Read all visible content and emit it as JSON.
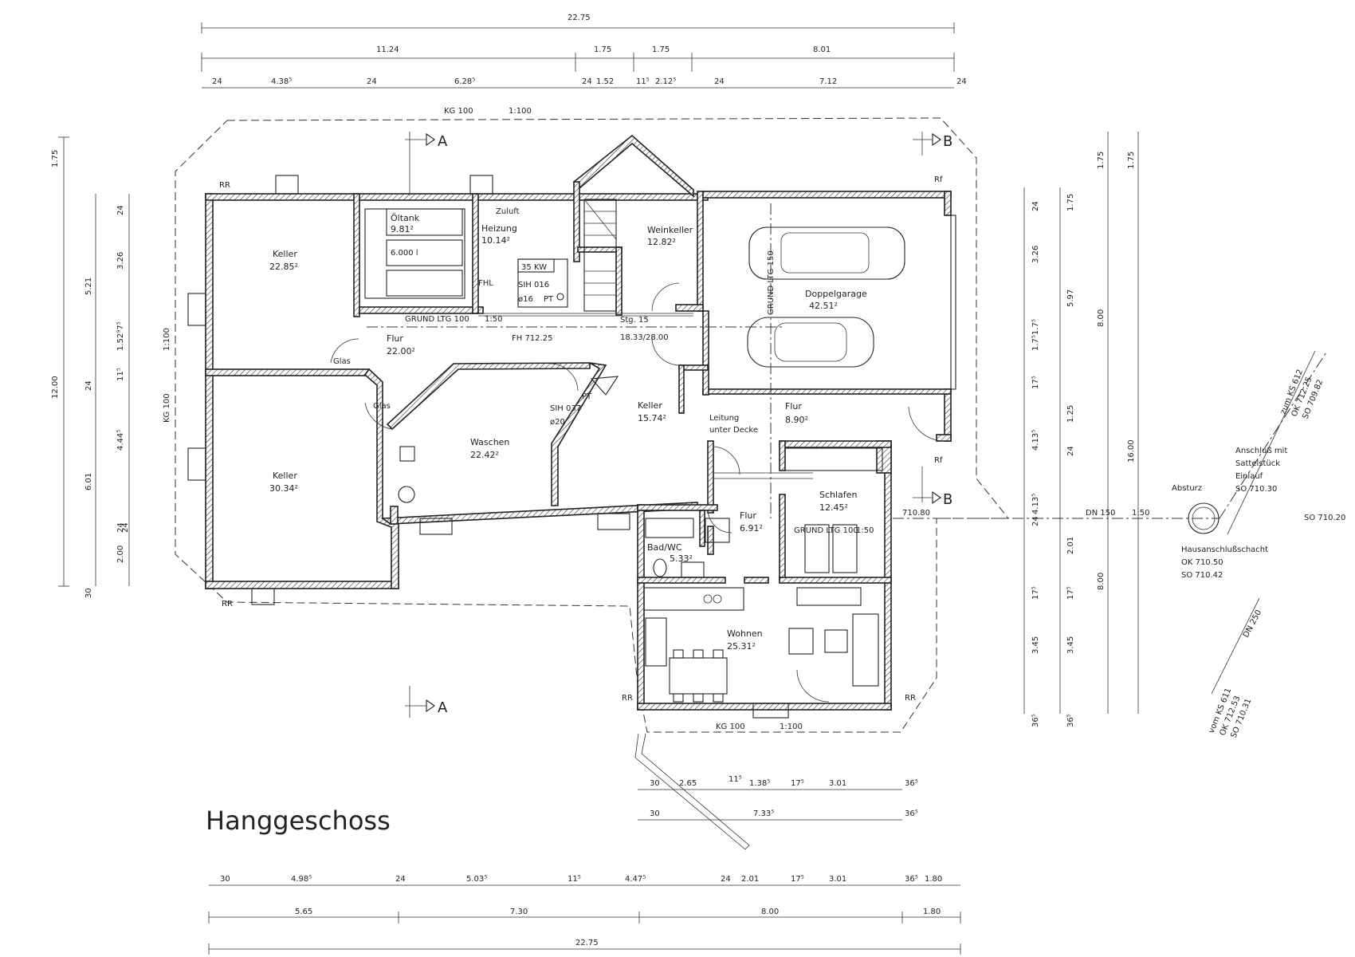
{
  "title": "Hanggeschoss",
  "rooms": [
    {
      "name": "Keller",
      "area": "22.85²"
    },
    {
      "name": "Keller",
      "area": "30.34²"
    },
    {
      "name": "Öltank",
      "area": "9.81²"
    },
    {
      "name": "Heizung",
      "area": "10.14²"
    },
    {
      "name": "Weinkeller",
      "area": "12.82²"
    },
    {
      "name": "Doppelgarage",
      "area": "42.51²"
    },
    {
      "name": "Flur",
      "area": "22.00²"
    },
    {
      "name": "Waschen",
      "area": "22.42²"
    },
    {
      "name": "Keller",
      "area": "15.74²"
    },
    {
      "name": "Flur",
      "area": "8.90²"
    },
    {
      "name": "Schlafen",
      "area": "12.45²"
    },
    {
      "name": "Flur",
      "area": "6.91²"
    },
    {
      "name": "Bad/WC",
      "area": "5.33²"
    },
    {
      "name": "Wohnen",
      "area": "25.31²"
    }
  ],
  "labels": {
    "tank_volume": "6.000 l",
    "zuluft": "Zuluft",
    "fhl": "FHL",
    "kw": "35 KW",
    "sih016": "SIH 016",
    "d16": "ø16",
    "pt1": "PT",
    "pt2": "PT",
    "sih037": "SIH 037",
    "d20": "ø20",
    "grund_ltg_100": "GRUND LTG 100",
    "scale_150_a": "1:50",
    "fh": "FH 712.25",
    "stg": "Stg. 15",
    "stg_ratio": "18.33/28.00",
    "grund_ltg_150": "GRUND LTG 150",
    "leitung": "Leitung",
    "unter_decke": "unter Decke",
    "glas1": "Glas",
    "glas2": "Glas",
    "rr1": "RR",
    "rr2": "RR",
    "rr3": "RR",
    "rr4": "RR",
    "rf1": "Rf",
    "rf2": "Rf",
    "kg_top": "KG 100",
    "scale_top": "1:100",
    "kg_left": "KG 100",
    "scale_left": "1:100",
    "kg_bottom": "KG 100",
    "scale_bottom": "1:100",
    "grund_ltg_100_b": "GRUND LTG 100",
    "scale_150_b": "1:50",
    "level_71080": "710.80",
    "dn150": "DN 150",
    "scale_150_c": "1:50",
    "absturz": "Absturz",
    "anschluss1": "Anschluß mit",
    "anschluss2": "Sattelstück",
    "anschluss3": "Einlauf",
    "anschluss4": "SO 710.30",
    "so71020": "SO 710.20",
    "haus1": "Hausanschlußschacht",
    "haus2": "OK 710.50",
    "haus3": "SO 710.42",
    "dn250": "DN 250",
    "zum1": "zum KS 612",
    "zum2": "OK 712.25",
    "zum3": "SO 709.82",
    "vom1": "vom KS 611",
    "vom2": "OK 712.53",
    "vom3": "SO 710.31",
    "sec_a": "A",
    "sec_b": "B"
  },
  "dims_top": {
    "total": "22.75",
    "r2": [
      "11.24",
      "1.75",
      "1.75",
      "8.01"
    ],
    "r3": [
      "24",
      "4.38⁵",
      "24",
      "6.28⁵",
      "24",
      "1.52",
      "11⁵",
      "2.12⁵",
      "24",
      "7.12",
      "24"
    ]
  },
  "dims_left": {
    "total": "12.00",
    "c1": [
      "1.75"
    ],
    "c2": [
      "5.21",
      "24",
      "6.01",
      "30"
    ],
    "c3": [
      "24",
      "3.26",
      "1.52⁹7⁵",
      "11⁵",
      "4.44⁵",
      "24",
      "2.00",
      "24"
    ]
  },
  "dims_right": {
    "total": "16.00",
    "c1": [
      "1.75",
      "8.00"
    ],
    "c2": [
      "1.75",
      "5.97",
      "1.25",
      "24",
      "2.01",
      "17⁵",
      "3.45",
      "36⁵"
    ],
    "c3": [
      "24",
      "3.26",
      "1.7⁵1.7⁵",
      "17⁵",
      "4.13⁵",
      "24",
      "4.13⁵",
      "17⁵",
      "3.45",
      "36⁵"
    ],
    "c4": [
      "8.00"
    ]
  },
  "dims_inner": {
    "r1": [
      "30",
      "2.65",
      "11⁵",
      "1.38⁵",
      "17⁵",
      "3.01",
      "36⁵"
    ],
    "r2": [
      "30",
      "7.33⁵",
      "36⁵"
    ]
  },
  "dims_bottom": {
    "r1": [
      "30",
      "4.98⁵",
      "24",
      "5.03⁵",
      "11⁵",
      "4.47⁵",
      "24",
      "2.01",
      "17⁵",
      "3.01",
      "36⁵",
      "1.80"
    ],
    "r2": [
      "5.65",
      "7.30",
      "8.00",
      "1.80"
    ],
    "total": "22.75"
  }
}
